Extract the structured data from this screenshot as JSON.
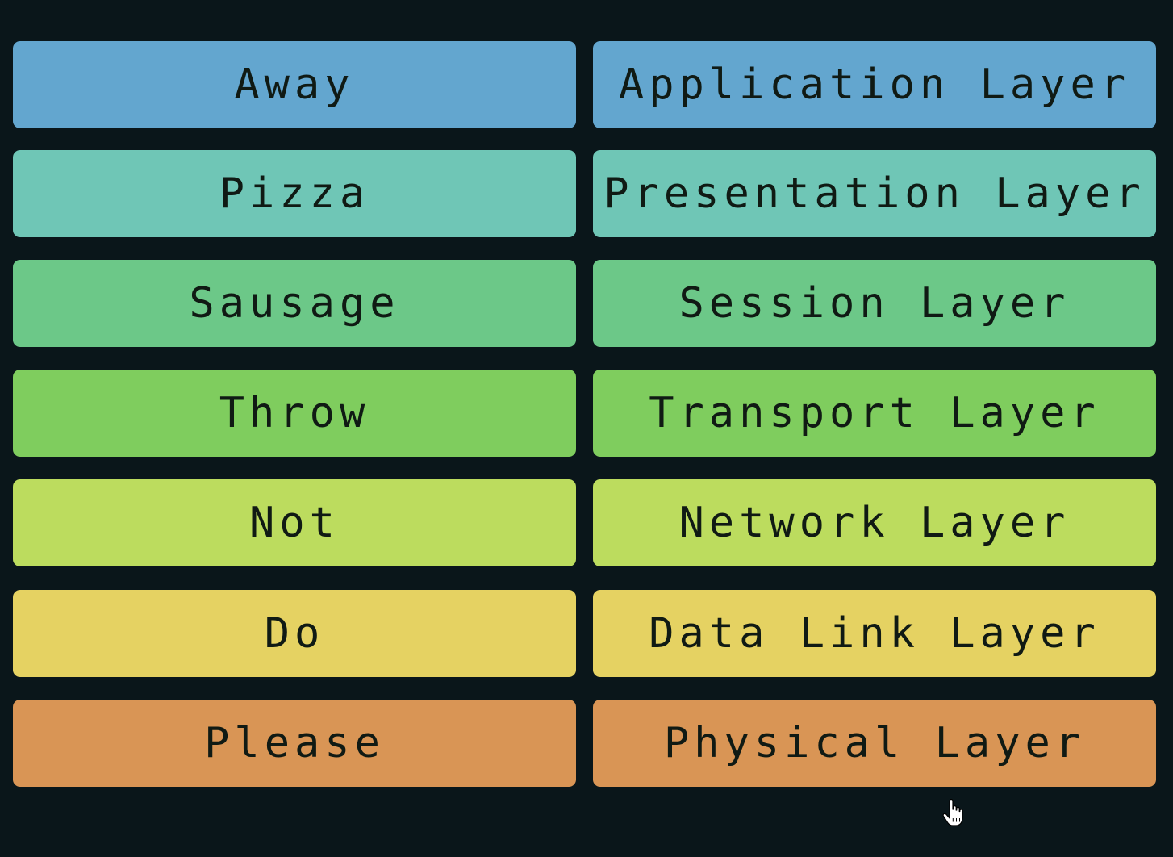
{
  "rows": [
    {
      "mnemonic": "Away",
      "layer": "Application Layer",
      "color": "#63a6cf"
    },
    {
      "mnemonic": "Pizza",
      "layer": "Presentation Layer",
      "color": "#6fc6b6"
    },
    {
      "mnemonic": "Sausage",
      "layer": "Session Layer",
      "color": "#6cc888"
    },
    {
      "mnemonic": "Throw",
      "layer": "Transport Layer",
      "color": "#7fcd5e"
    },
    {
      "mnemonic": "Not",
      "layer": "Network Layer",
      "color": "#bcdc5e"
    },
    {
      "mnemonic": "Do",
      "layer": "Data Link Layer",
      "color": "#e5d262"
    },
    {
      "mnemonic": "Please",
      "layer": "Physical Layer",
      "color": "#d99555"
    }
  ],
  "cursor_icon": "hand-pointer-icon"
}
